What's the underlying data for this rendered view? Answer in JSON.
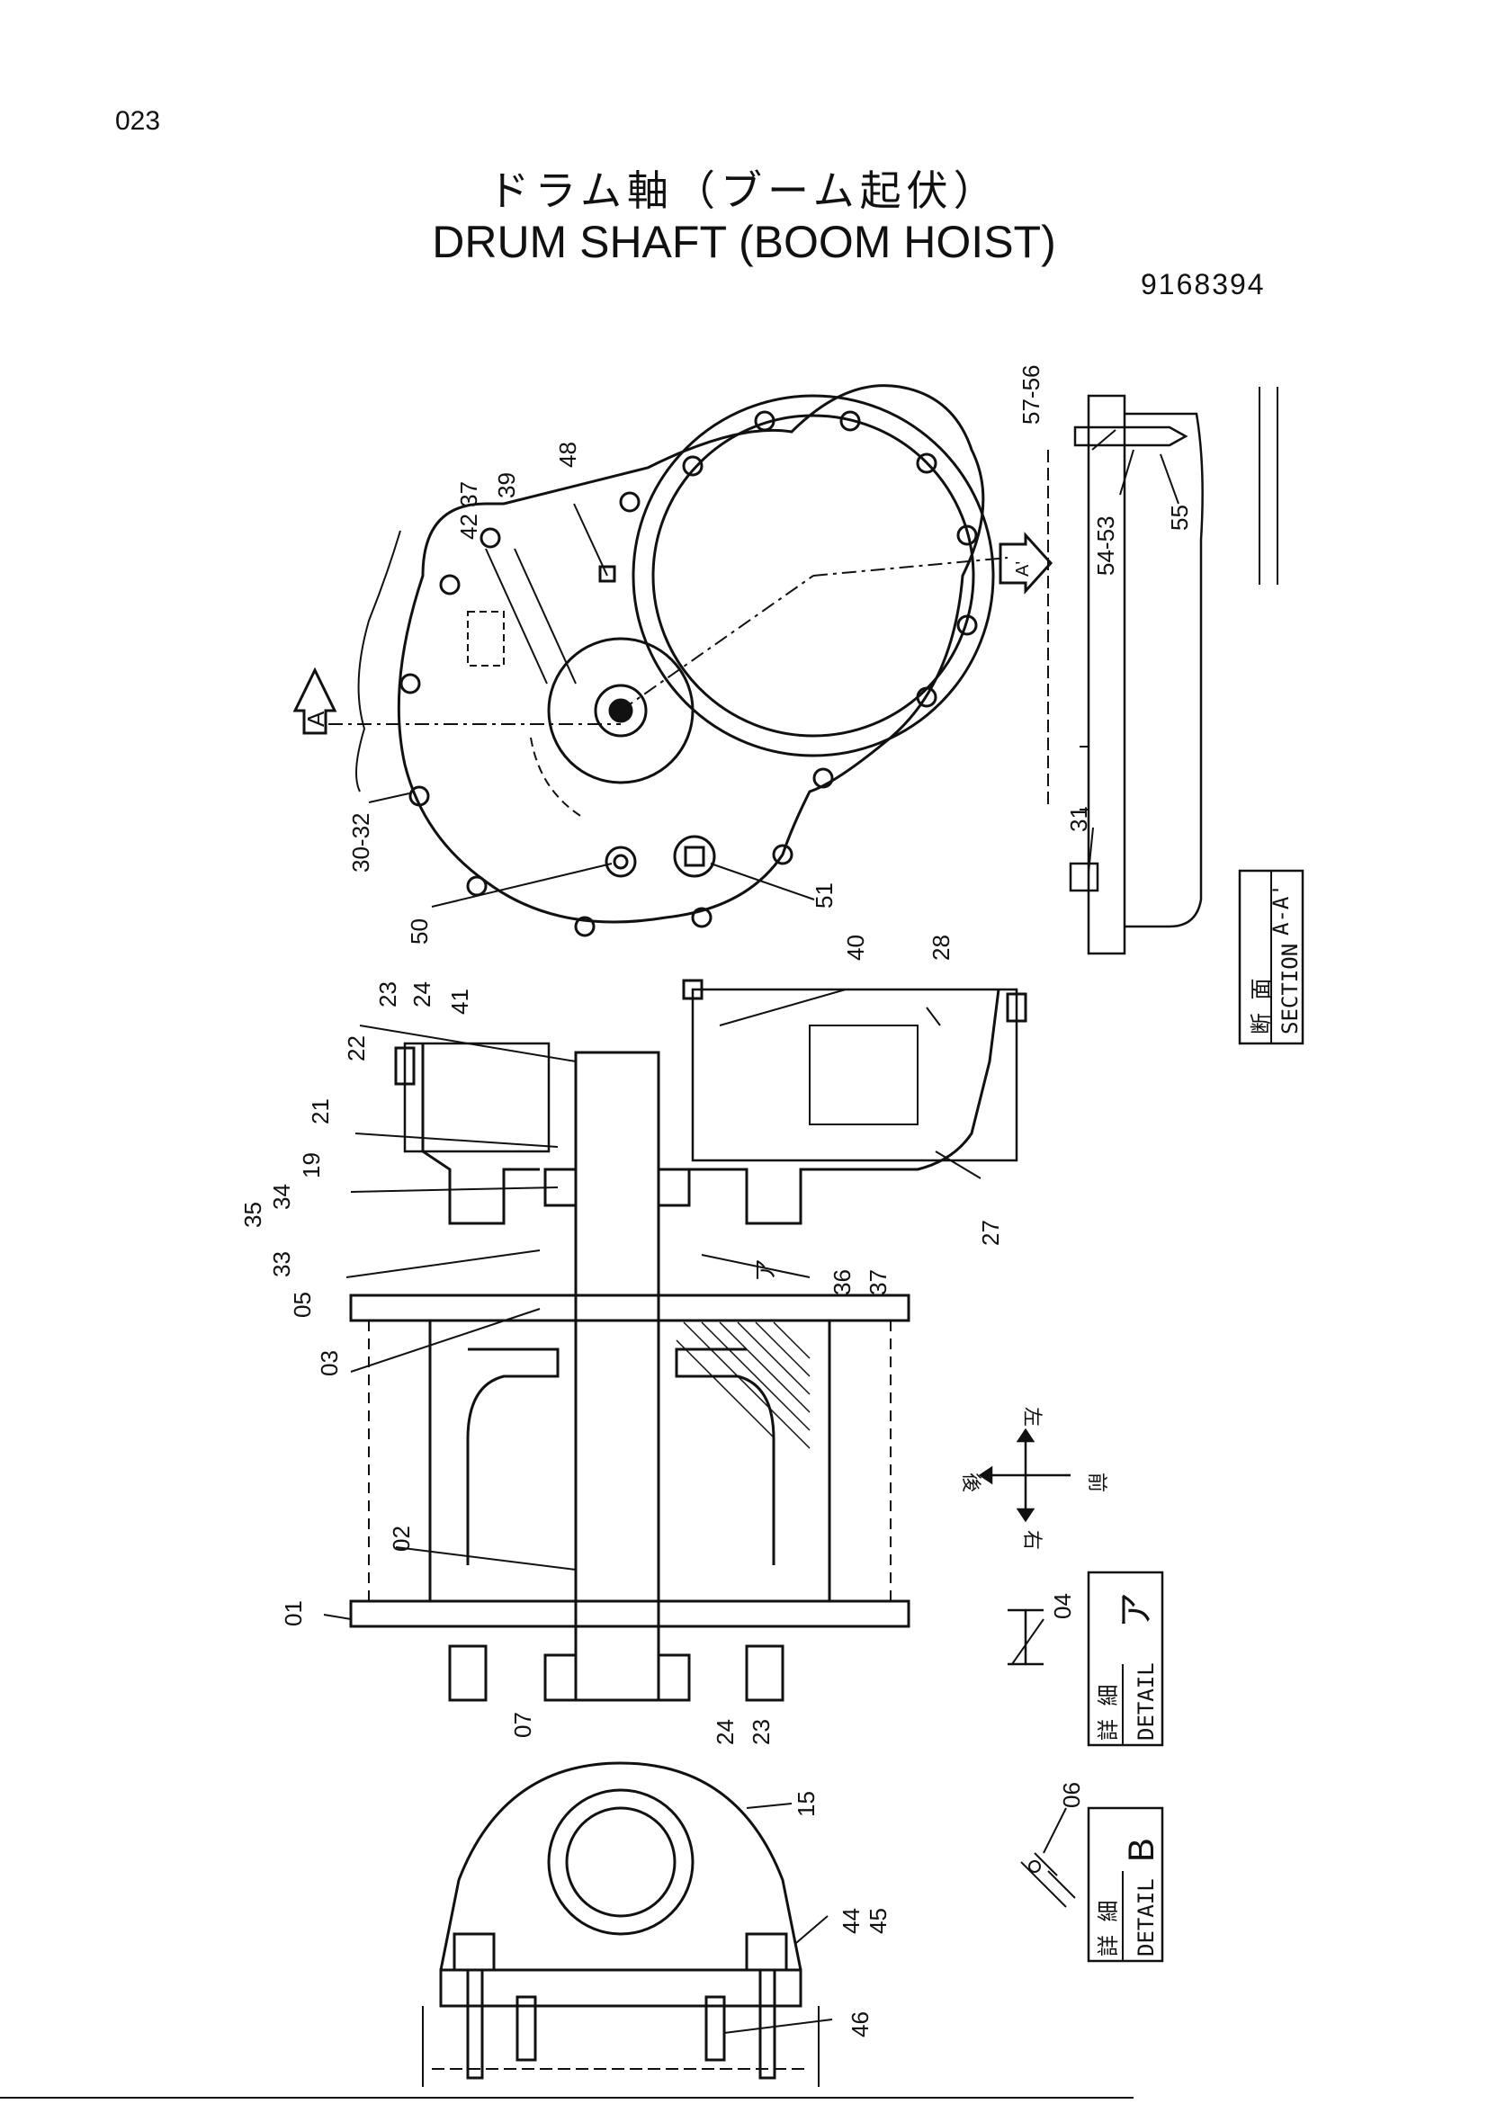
{
  "page_number": "023",
  "title_jp": "ドラム軸（ブーム起伏）",
  "title_en": "DRUM SHAFT (BOOM HOIST)",
  "drawing_number": "9168394",
  "section_arrow_label": "A",
  "section_arrow_label_2": "A'",
  "callouts": {
    "c57_56": "57-56",
    "c54_53": "54-53",
    "c55": "55",
    "c42_37": "42 37",
    "c39": "39",
    "c48": "48",
    "c30_32": "30-32",
    "c50": "50",
    "c51": "51",
    "c31": "31",
    "c40": "40",
    "c28": "28",
    "c41": "41",
    "c24": "24",
    "c23": "23",
    "c22": "22",
    "c21": "21",
    "c19": "19",
    "c34": "34",
    "c35": "35",
    "c33": "33",
    "c05": "05",
    "c03": "03",
    "c27": "27",
    "c36": "36",
    "c37": "37",
    "c02": "02",
    "c01": "01",
    "c07": "07",
    "c24b": "24",
    "c23b": "23",
    "c15": "15",
    "c44": "44",
    "c45": "45",
    "c46": "46",
    "c04": "04",
    "c06": "06",
    "c_a": "ア"
  },
  "section_box": {
    "jp": "断 面",
    "en": "SECTION",
    "mark": "A-A'"
  },
  "detail_a_box": {
    "jp": "詳 細",
    "en": "DETAIL",
    "mark": "ア"
  },
  "detail_b_box": {
    "jp": "詳 細",
    "en": "DETAIL",
    "mark": "B"
  },
  "direction_compass": {
    "left": "左",
    "right": "右",
    "front": "前",
    "back": "後"
  }
}
